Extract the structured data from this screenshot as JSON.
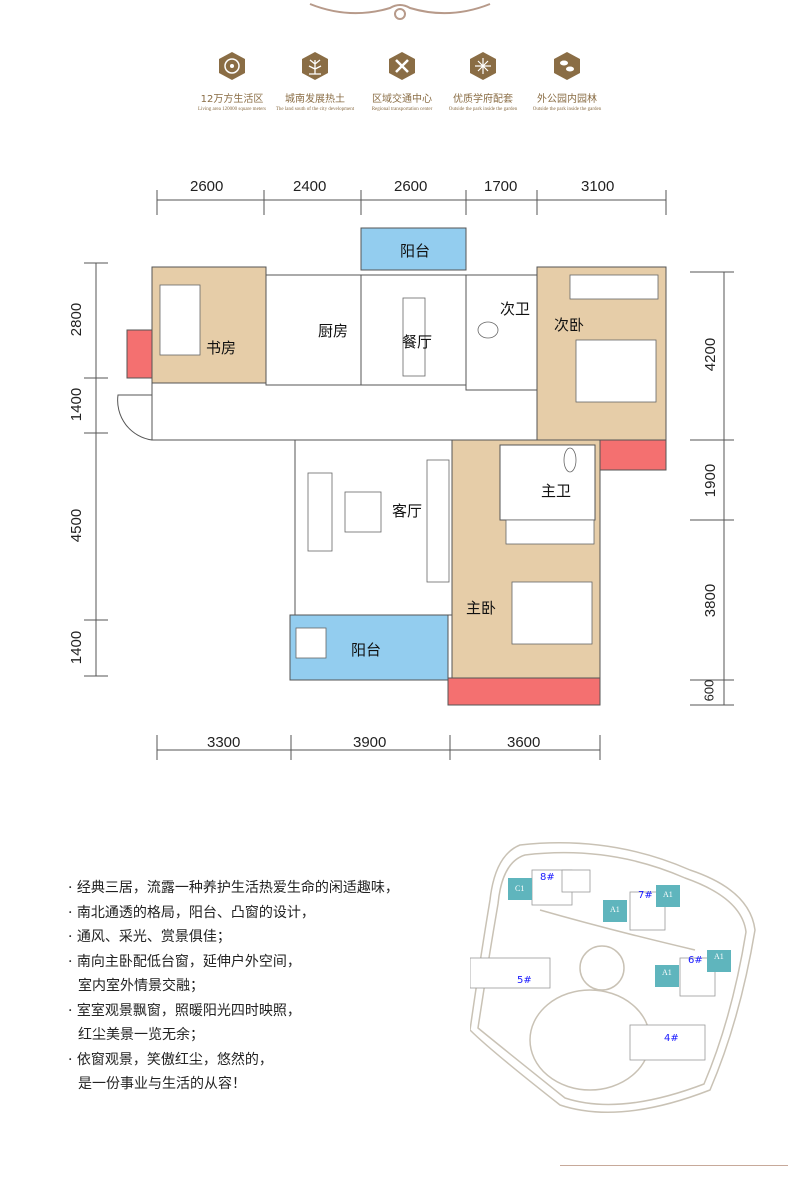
{
  "colors": {
    "accent": "#8a6d45",
    "bedroom": "#e6cda8",
    "balcony": "#93cdef",
    "bay_window": "#f47070",
    "site_building_highlight": "#5fb5bd",
    "site_label": "#1a1aff"
  },
  "features": [
    {
      "icon": "flower-icon",
      "zh": "12万方生活区",
      "en": "Living area 120000 square meters"
    },
    {
      "icon": "plant-icon",
      "zh": "城南发展热土",
      "en": "The land south of the city development"
    },
    {
      "icon": "cross-roads-icon",
      "zh": "区域交通中心",
      "en": "Regional transportation center"
    },
    {
      "icon": "arrows-icon",
      "zh": "优质学府配套",
      "en": "Outside the park inside the garden"
    },
    {
      "icon": "leaf-icon",
      "zh": "外公园内园林",
      "en": "Outside the park inside the garden"
    }
  ],
  "plan": {
    "top_dims": [
      "2600",
      "2400",
      "2600",
      "1700",
      "3100"
    ],
    "bottom_dims": [
      "3300",
      "3900",
      "3600"
    ],
    "left_dims": [
      "2800",
      "1400",
      "4500",
      "1400"
    ],
    "right_dims": [
      "4200",
      "1900",
      "3800",
      "600"
    ],
    "rooms": {
      "study": "书房",
      "kitchen": "厨房",
      "dining": "餐厅",
      "balcony_north": "阳台",
      "bath2": "次卫",
      "bedroom2": "次卧",
      "living": "客厅",
      "master_bath": "主卫",
      "master_bedroom": "主卧",
      "balcony_south": "阳台"
    }
  },
  "description": [
    "· 经典三居，流露一种养护生活热爱生命的闲适趣味，",
    "· 南北通透的格局，阳台、凸窗的设计，",
    "· 通风、采光、赏景俱佳；",
    "· 南向主卧配低台窗，延伸户外空间，",
    "  室内室外情景交融；",
    "· 室室观景飘窗，照暖阳光四时映照，",
    "  红尘美景一览无余；",
    "· 依窗观景，笑傲红尘，悠然的，",
    "  是一份事业与生活的从容！"
  ],
  "site_plan": {
    "buildings": [
      "8#",
      "7#",
      "6#",
      "5#",
      "4#"
    ],
    "unit_labels": [
      "C1",
      "A1",
      "A1",
      "A1",
      "A1"
    ]
  }
}
